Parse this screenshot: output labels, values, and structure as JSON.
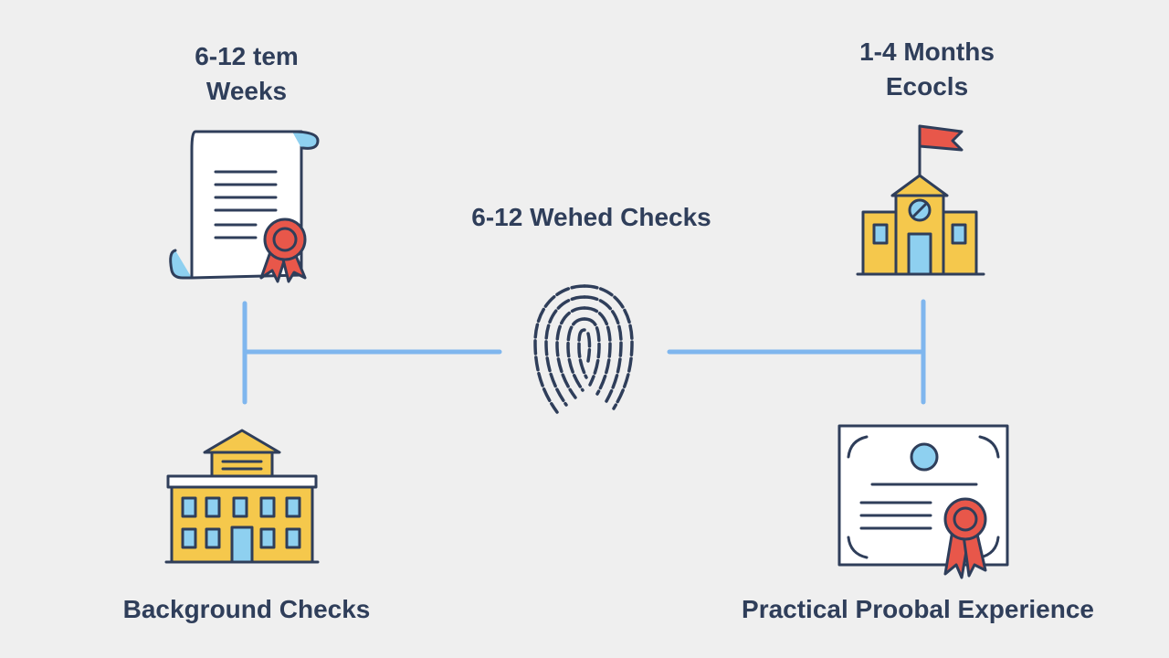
{
  "top_left": {
    "line1": "6-12 tem",
    "line2": "Weeks"
  },
  "top_right": {
    "line1": "1-4 Months",
    "line2": "Ecocls"
  },
  "center_label": "6-12 Wehed Checks",
  "bottom_left_label": "Background Checks",
  "bottom_right_label": "Practical Proobal Experience",
  "colors": {
    "line": "#7fb6ee",
    "stroke": "#2f3e5a",
    "yellow": "#f5c84c",
    "blue": "#8ed0f0",
    "red": "#e8574a",
    "background": "#efefef"
  },
  "icons": {
    "top_left": "diploma-scroll-icon",
    "top_right": "school-flag-icon",
    "center": "fingerprint-icon",
    "bottom_left": "building-icon",
    "bottom_right": "certificate-icon"
  }
}
